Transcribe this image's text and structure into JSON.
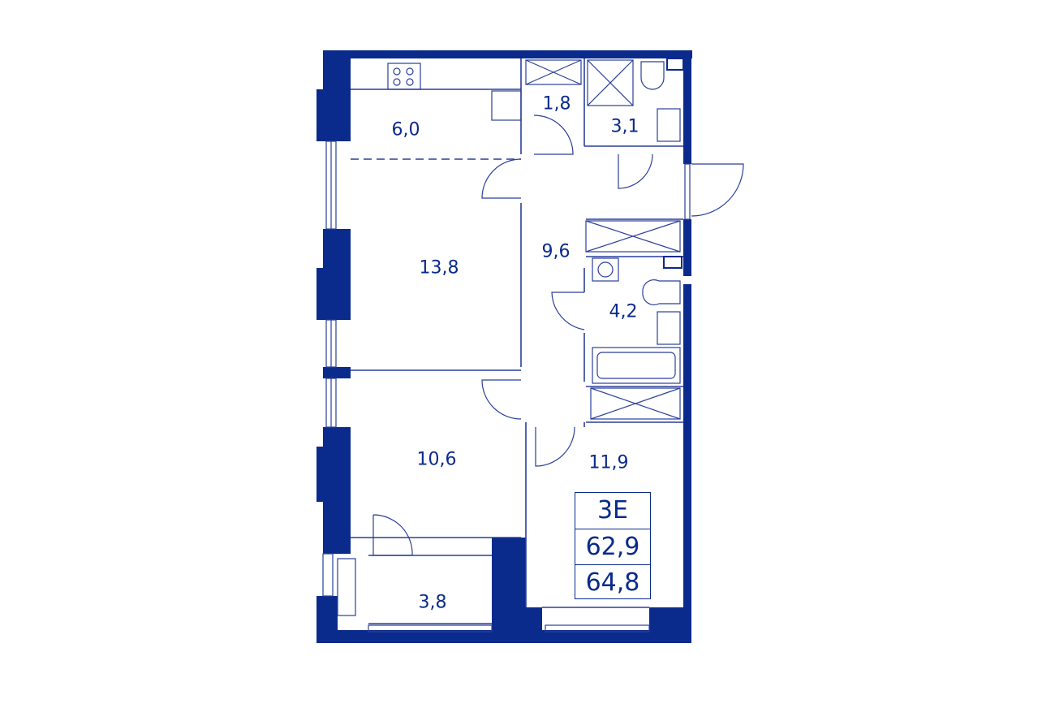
{
  "rooms": {
    "kitchen": "6,0",
    "living": "13,8",
    "bedroom1": "10,6",
    "balcony": "3,8",
    "storage": "1,8",
    "bathroom1": "3,1",
    "hall": "9,6",
    "bathroom2": "4,2",
    "bedroom2": "11,9"
  },
  "badge": {
    "type": "3E",
    "living_area": "62,9",
    "total_area": "64,8"
  },
  "colors": {
    "wall": "#0a2a8c",
    "line": "#2a3f9a",
    "background": "#ffffff"
  }
}
